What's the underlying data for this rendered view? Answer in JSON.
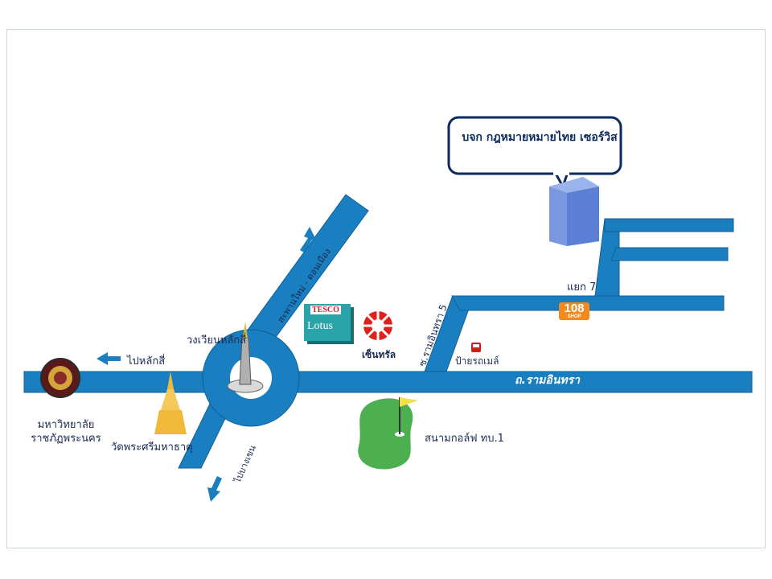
{
  "callout": {
    "company": "บจก กฎหมายหมายไทย เซอร์วิส"
  },
  "roads": {
    "main": "ถ.รามอินทรา",
    "soi5": "ซ.รามอินทรา 5",
    "yaek7": "แยก 7",
    "north": "สะพานใหม่ - ดอนเมือง",
    "south": "ไปบางเขน"
  },
  "landmarks": {
    "circle": "วงเวียนหลักสี่",
    "to_laksi": "ไปหลักสี่",
    "university": "มหาวิทยาลัย ราชภัฏพระนคร",
    "temple": "วัดพระศรีมหาธาตุ",
    "tesco_top": "TESCO",
    "tesco_bottom": "Lotus",
    "central": "เซ็นทรัล",
    "bus_stop": "ป้ายรถเมล์",
    "golf": "สนามกอล์ฟ ทบ.1",
    "shop108": "108",
    "shop108_sub": "SHOP"
  },
  "colors": {
    "road": "#1a7fc0",
    "road_edge": "#0f5f96",
    "building": "#5a7fd4",
    "golf": "#4caf50",
    "pagoda": "#f0b93a",
    "shop108": "#f28a1e"
  },
  "icons": [
    "arrow-left-icon",
    "arrow-up-icon",
    "arrow-down-icon",
    "bus-icon",
    "flag-icon",
    "building-icon",
    "pagoda-icon",
    "monument-icon",
    "emblem-icon",
    "sunburst-icon"
  ]
}
